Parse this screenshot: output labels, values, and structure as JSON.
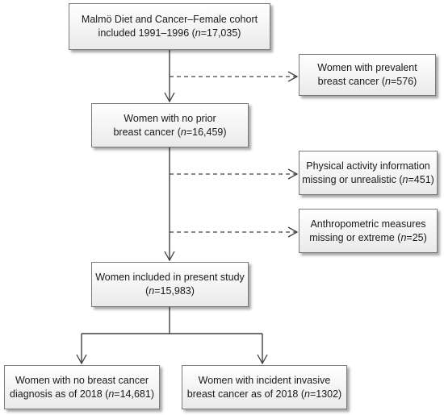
{
  "nodes": {
    "cohort": {
      "line1": "Malmö Diet and Cancer–Female cohort",
      "line2_pre": "included 1991–1996 (",
      "line2_n": "n",
      "line2_post": "=17,035)"
    },
    "prevalent": {
      "line1": "Women with prevalent",
      "line2_pre": "breast cancer (",
      "line2_n": "n",
      "line2_post": "=576)"
    },
    "no_prior": {
      "line1": "Women with no prior",
      "line2_pre": "breast cancer (",
      "line2_n": "n",
      "line2_post": "=16,459)"
    },
    "physical": {
      "line1": "Physical activity information",
      "line2_pre": "missing or unrealistic (",
      "line2_n": "n",
      "line2_post": "=451)"
    },
    "anthro": {
      "line1": "Anthropometric measures",
      "line2_pre": "missing or extreme (",
      "line2_n": "n",
      "line2_post": "=25)"
    },
    "included": {
      "line1": "Women included in present study",
      "line2_pre": "(",
      "line2_n": "n",
      "line2_post": "=15,983)"
    },
    "no_bc": {
      "line1": "Women with no breast cancer",
      "line2_pre": "diagnosis as of 2018 (",
      "line2_n": "n",
      "line2_post": "=14,681)"
    },
    "incident": {
      "line1": "Women with incident invasive",
      "line2_pre": "breast cancer as of 2018 (",
      "line2_n": "n",
      "line2_post": "=1302)"
    }
  },
  "colors": {
    "box_border": "#7a7a7a",
    "line": "#404040",
    "text": "#1a1a1a"
  }
}
